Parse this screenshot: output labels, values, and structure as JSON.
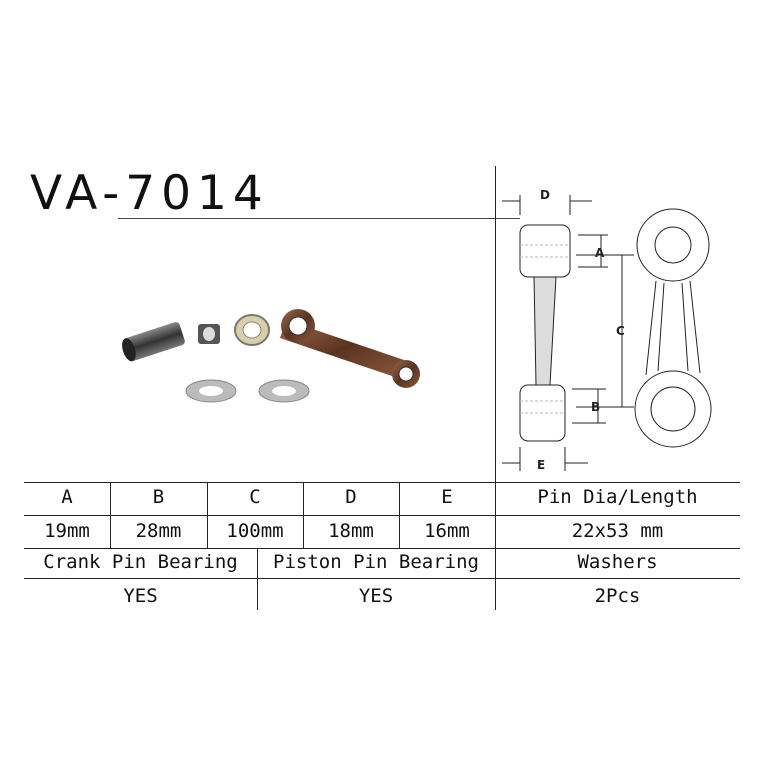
{
  "product": {
    "code": "VA-7014"
  },
  "diagram_labels": {
    "a": "A",
    "b": "B",
    "c": "C",
    "d": "D",
    "e": "E"
  },
  "spec_table": {
    "headers": [
      "A",
      "B",
      "C",
      "D",
      "E",
      "Pin Dia/Length"
    ],
    "values": [
      "19mm",
      "28mm",
      "100mm",
      "18mm",
      "16mm",
      "22x53 mm"
    ]
  },
  "includes_table": {
    "headers": [
      "Crank Pin Bearing",
      "Piston Pin Bearing",
      "Washers"
    ],
    "values": [
      "YES",
      "YES",
      "2Pcs"
    ]
  }
}
